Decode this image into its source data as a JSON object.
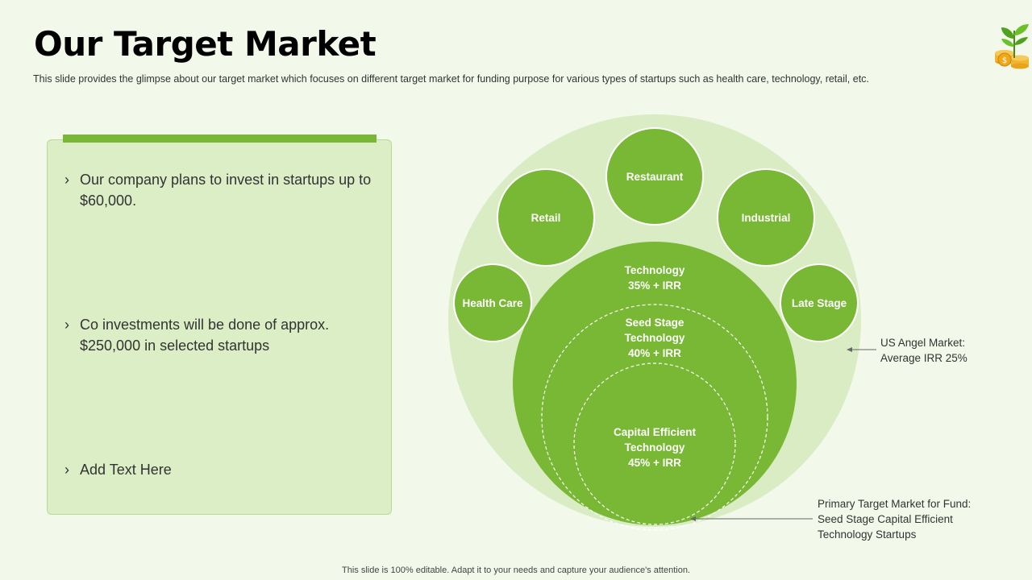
{
  "title": "Our Target Market",
  "subtitle": "This slide provides the glimpse about our target market which focuses on different target market for funding purpose for various types of startups such as  health care, technology, retail, etc.",
  "logo_icon": "plant-coins-icon",
  "bullets": [
    "Our company plans to invest in startups up to $60,000.",
    "Co investments will be done of approx. $250,000 in selected startups",
    "Add Text Here"
  ],
  "diagram": {
    "outer_circles": [
      "Health Care",
      "Retail",
      "Restaurant",
      "Industrial",
      "Late Stage"
    ],
    "tech": [
      "Technology",
      "35% + IRR"
    ],
    "seed": [
      "Seed Stage",
      "Technology",
      "40% + IRR"
    ],
    "capital": [
      "Capital Efficient",
      "Technology",
      "45% + IRR"
    ]
  },
  "notes": {
    "angel": [
      "US Angel Market:",
      "Average IRR 25%"
    ],
    "primary": [
      "Primary Target Market  for Fund:",
      "Seed Stage Capital Efficient",
      "Technology Startups"
    ]
  },
  "footer": "This slide is 100% editable. Adapt it to your needs and capture your audience's attention.",
  "colors": {
    "background": "#f2f8ea",
    "accent_green": "#78b834",
    "light_green": "#dbeec6"
  }
}
